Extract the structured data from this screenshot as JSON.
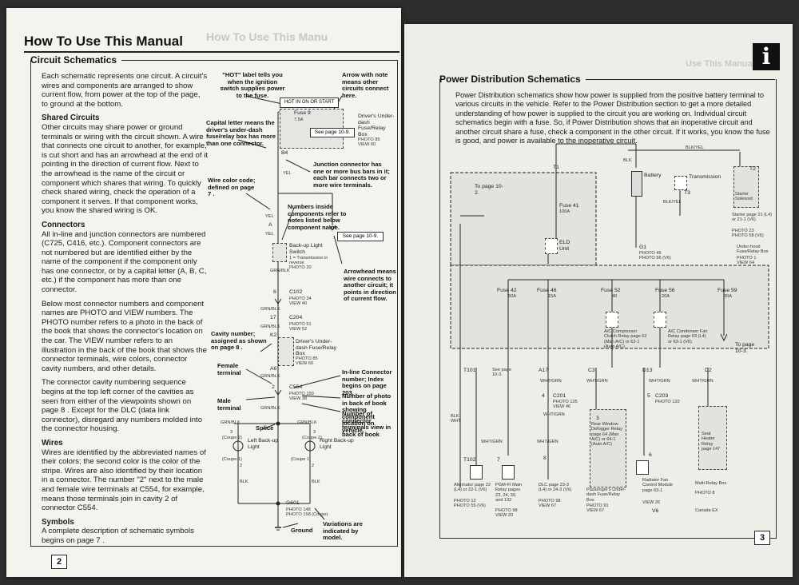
{
  "left_page": {
    "title": "How To Use This Manual",
    "section": "Circuit Schematics",
    "intro": "Each schematic represents one circuit. A circuit's wires and components are arranged to show current flow, from power at the top of the page, to ground at the bottom.",
    "shared_h": "Shared Circuits",
    "shared_p": "Other circuits may share power or ground terminals or wiring with the circuit shown. A wire that connects one circuit to another, for example, is cut short and has an arrowhead at the end of it pointing in the direction of current flow. Next to the arrowhead is the name of the circuit or component which shares that wiring. To quickly check shared wiring, check the operation of a component it serves. If that component works, you know the shared wiring is OK.",
    "conn_h": "Connectors",
    "conn_p1": "All in-line and junction connectors are numbered (C725, C416, etc.). Component connectors are not numbered but are identified either by the name of the component if the component only has one connector, or by a capital letter (A, B, C, etc.) if the component has more than one connector.",
    "conn_p2": "Below most connector numbers and component names are PHOTO and VIEW numbers. The PHOTO number refers to a photo in the back of the book that shows the connector's location on the car. The VIEW number refers to an illustration in the back of the book that shows the connector terminals, wire colors, connector cavity numbers, and other details.",
    "conn_p3": "The connector cavity numbering sequence begins at the top left corner of the cavities as seen from either of the viewpoints shown on page 8 . Except for the DLC (data link connector), disregard any numbers molded into the connector housing.",
    "wires_h": "Wires",
    "wires_p": "Wires are identified by the abbreviated names of their colors; the second color is the color of the stripe. Wires are also identified by their location in a connector. The number \"2\" next to the male and female wire terminals at C554, for example, means those terminals join in cavity 2 of connector C554.",
    "symbols_h": "Symbols",
    "symbols_p": "A complete description of schematic symbols begins on page 7 .",
    "page_number": "2",
    "callouts": {
      "hot": "\"HOT\" label tells you when the ignition switch supplies power to the fuse.",
      "arrow_note": "Arrow with note means other circuits connect here.",
      "capital": "Capital letter means the driver's under-dash fuse/relay box has more than one connector.",
      "junction": "Junction connector has one or more bus bars in it; each bar connects two or more wire terminals.",
      "wire_color": "Wire color code; defined on page 7 .",
      "numbers_inside": "Numbers inside components refer to notes listed below component name.",
      "arrowhead": "Arrowhead means wire connects to another circuit; it points in direction of current flow.",
      "cavity": "Cavity number; assigned as shown on page 8 .",
      "inline": "In-line Connector number; Index begins on page 203.",
      "female": "Female terminal",
      "photo_num": "Number of photo in back of book showing component location on vehicle.",
      "male": "Male terminal",
      "view_num": "Number of connector terminals view in back of book",
      "splice": "Splice",
      "ground": "Ground",
      "variations": "Variations are indicated by model."
    },
    "diagram": {
      "hot_in": "HOT IN ON OR START",
      "fuse9": "Fuse 9",
      "fuse9_amp": "7.5A",
      "see_109a": "See page 10-9.",
      "box_name": "Driver's Under-dash Fuse/Relay Box",
      "box_photo": "PHOTO 85",
      "box_view": "VIEW 60",
      "b4": "B4",
      "yel1": "YEL",
      "yel2": "YEL",
      "yel3": "YEL",
      "a": "A",
      "see_109b": "See page 10-9.",
      "switch_name": "Back-up Light Switch",
      "switch_note": "1 = Transmission in reverse",
      "switch_photo": "PHOTO 20",
      "c1": "1",
      "c3": "3",
      "c6": "6",
      "c102": "C102",
      "c102_p": "PHOTO 34",
      "c102_v": "VIEW 40",
      "c17": "17",
      "c204": "C204",
      "c204_p": "PHOTO 51",
      "c204_v": "VIEW 52",
      "k2": "K2",
      "box2_name": "Driver's Under-dash Fuse/Relay Box",
      "box2_p": "PHOTO 85",
      "box2_v": "VIEW 60",
      "a6": "A6",
      "c2": "2",
      "c554": "C554",
      "c554_p": "PHOTO 150",
      "c554_v": "VIEW 38",
      "grn_blk": "GRN/BLK",
      "coupe2": "(Coupe 2)",
      "coupe1": "(Coupe 1)",
      "left_light": "Left Back-up Light",
      "right_light": "Right Back-up Light",
      "n3": "3",
      "n2": "2",
      "blk": "BLK",
      "g601": "G601",
      "g601_p": "PHOTO 148",
      "g601_p2": "PHOTO 158 (Coupe)"
    }
  },
  "right_page": {
    "section": "Power Distribution Schematics",
    "body": "Power Distribution schematics show how power is supplied from the positive battery terminal to various circuits in the vehicle. Refer to the Power Distribution section to get a more detailed understanding of how power is supplied to the circuit you are working on. Individual circuit schematics begin with a fuse. So, if Power Distribution shows that an inoperative circuit and another circuit share a fuse, check a component in the other circuit. If it works, you know the fuse is good, and power is available to the inoperative circuit.",
    "page_number": "3",
    "icon_letter": "i",
    "diagram": {
      "t1": "T1",
      "to_page_102": "To page 10-2.",
      "fuse41": "Fuse 41",
      "fuse41_amp": "100A",
      "eld": "ELD Unit",
      "blk": "BLK",
      "battery": "Battery",
      "g1": "G1",
      "g1_p": "PHOTO 45",
      "g1_p2": "PHOTO 56 (V6)",
      "transmission": "Transmission",
      "t3": "T3",
      "blk_yel": "BLK/YEL",
      "t2": "T2",
      "starter_sol": "Starter Solenoid",
      "starter_ref": "Starter page 21 (L4) or 21-1 (V6)",
      "starter_p": "PHOTO 23",
      "starter_p2": "PHOTO 58 (V6)",
      "uh_box": "Under-hood Fuse/Relay Box",
      "uh_p": "PHOTO 1",
      "uh_v": "VIEW 64",
      "fuse42": "Fuse 42",
      "fuse42_amp": "50A",
      "fuse46": "Fuse 46",
      "fuse46_amp": "15A",
      "fuse52": "Fuse 52",
      "fuse52_amp": "40",
      "fuse56": "Fuse 56",
      "fuse56_amp": "20A",
      "fuse59": "Fuse 59",
      "fuse59_amp": "30A",
      "to_page_103": "To page 10-3.",
      "ac_comp": "A/C Compressor Clutch Relay page 62 (Man A/C) or 62-1 (Auto A/C)",
      "ac_fan": "A/C Condenser Fan Relay page 63 (L4) or 63-1 (V6)",
      "t101": "T101",
      "see_103": "See page 10-3.",
      "a17": "A17",
      "c3": "C3",
      "d13": "D13",
      "d2": "D2",
      "wht_grn": "WHT/GRN",
      "c201": "C201",
      "c201_p": "PHOTO 125",
      "c201_v": "VIEW 46",
      "n4": "4",
      "c203": "C203",
      "c203_p": "PHOTO 122",
      "n5": "5",
      "blk_wht": "BLK WHT",
      "rear_def": "Rear Window Defogger Relay page 64 (Man A/C) or 64-1 (Auto A/C)",
      "seat_heater": "Seat Heater Relay page 147",
      "t102": "T102",
      "n7": "7",
      "n8": "8",
      "n6": "6",
      "n3": "3",
      "alternator": "Alternator page 22 (L4) or 22-1 (V6)",
      "alt_p": "PHOTO 12",
      "alt_p2": "PHOTO 55 (V6)",
      "pgm": "PGM-FI Main Relay pages 23, 24, 39, and 132",
      "pgm_p": "PHOTO 98",
      "pgm_v": "VIEW 20",
      "dlc": "DLC page 23-3 (L4) or 24-3 (V6)",
      "dlc_p": "PHOTO 98",
      "dlc_v": "VIEW 67",
      "pass_box": "Passenger's Under-dash Fuse/Relay Box",
      "pass_p": "PHOTO 91",
      "pass_v": "VIEW 67",
      "rad_fan": "Radiator Fan Control Module page 63-1",
      "rad_v": "VIEW 26",
      "v6": "V6",
      "multi": "Multi-Relay Box",
      "multi_p": "PHOTO 8",
      "canada": "Canada EX"
    }
  },
  "colors": {
    "page": "#f4f3ee",
    "ink": "#111111",
    "icon_box": "#111111"
  }
}
